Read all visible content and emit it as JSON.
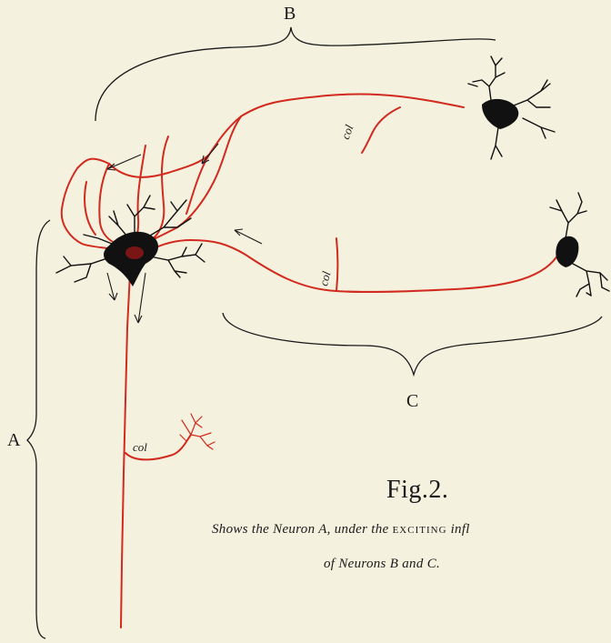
{
  "labels": {
    "neuron_a": "A",
    "neuron_b": "B",
    "neuron_c": "C",
    "collateral": "col"
  },
  "figure_title": "Fig.2.",
  "caption": {
    "line1_prefix": "Shows the Neuron A, under the ",
    "line1_emphasis": "exciting",
    "line1_suffix": " infl",
    "line2": "of Neurons B and C."
  },
  "colors": {
    "paper": "#f4f1de",
    "axon": "#d22a1f",
    "cell_body": "#111111",
    "ink": "#1a1a1a"
  }
}
